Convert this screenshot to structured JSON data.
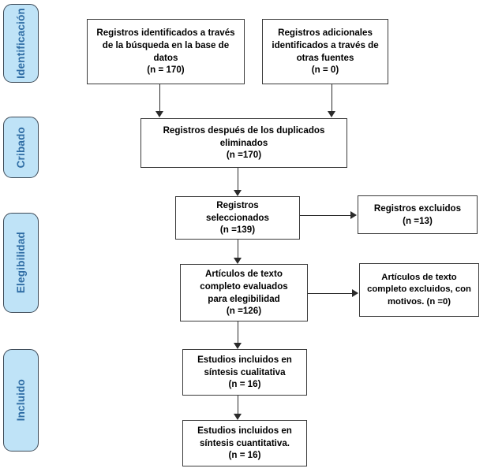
{
  "diagram": {
    "title": "PRISMA flow diagram",
    "language": "es",
    "colors": {
      "stage_fill": "#bfe3f7",
      "stage_border": "#3d4a57",
      "stage_text": "#2e6ca4",
      "node_border": "#3a3a3a",
      "node_fill": "#ffffff",
      "connector": "#2b2b2b",
      "background": "#ffffff"
    }
  },
  "stages": [
    {
      "id": "identificacion",
      "label": "Identificación"
    },
    {
      "id": "cribado",
      "label": "Cribado"
    },
    {
      "id": "elegibilidad",
      "label": "Elegibilidad"
    },
    {
      "id": "incluido",
      "label": "Incluido"
    }
  ],
  "nodes": {
    "records_database": {
      "text": "Registros identificados a través\nde la búsqueda en la base de\ndatos\n(n = 170)",
      "count": 170
    },
    "records_other_sources": {
      "text": "Registros adicionales\nidentificados a través de\notras fuentes\n(n = 0)",
      "count": 0
    },
    "records_after_duplicates": {
      "text": "Registros después de los duplicados\neliminados\n(n =170)",
      "count": 170
    },
    "records_screened": {
      "text": "Registros\nseleccionados\n(n =139)",
      "count": 139
    },
    "records_excluded": {
      "text": "Registros excluidos\n(n =13)",
      "count": 13
    },
    "fulltext_assessed": {
      "text": "Artículos de texto\ncompleto evaluados\npara elegibilidad\n(n =126)",
      "count": 126
    },
    "fulltext_excluded": {
      "text": "Artículos de texto\ncompleto excluidos, con\nmotivos.    (n =0)",
      "count": 0
    },
    "studies_qualitative": {
      "text": "Estudios incluidos en\nsíntesis cualitativa\n(n = 16)",
      "count": 16
    },
    "studies_quantitative": {
      "text": "Estudios incluidos en\nsíntesis cuantitativa.\n(n = 16)",
      "count": 16
    }
  }
}
